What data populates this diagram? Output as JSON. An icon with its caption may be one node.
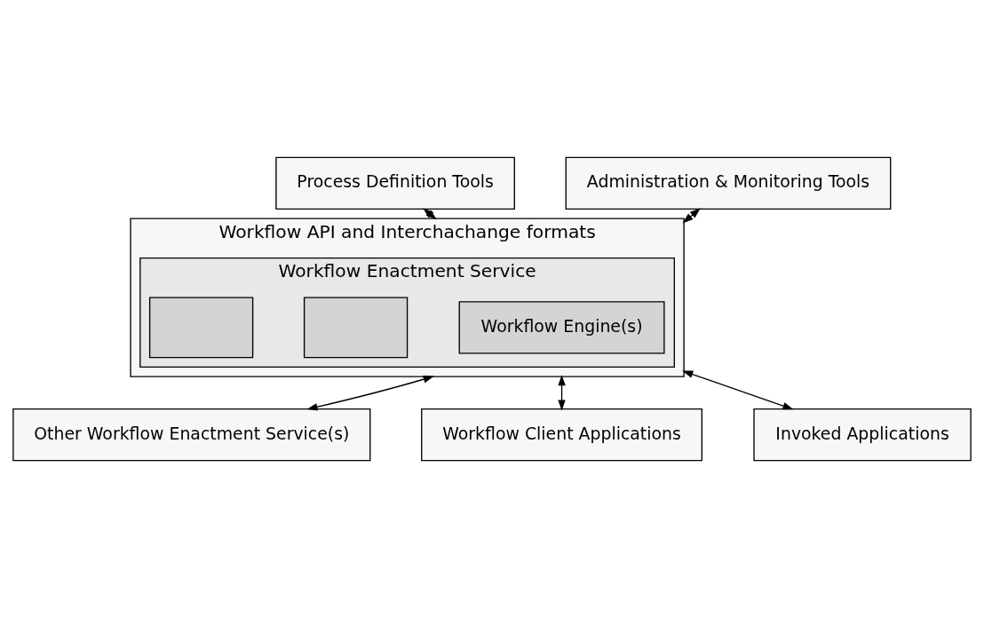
{
  "diagram": {
    "nodes": [
      {
        "text": [
          "Process Definition Tools"
        ]
      },
      {
        "text": [
          "Workflow API and Interchachange formats"
        ]
      },
      {
        "text": [
          "Workflow Enactment Service"
        ],
        "in": 1
      },
      {
        "text": [
          "Workflow Engine(s)"
        ],
        "in": 2
      },
      {
        "text": [],
        "shape": "box",
        "in": 2
      },
      {
        "text": [],
        "shape": "box",
        "in": 2
      },
      {
        "text": [
          "Administration & Monitoring Tools"
        ]
      },
      {
        "text": [
          "Other Workflow Enactment Service(s)"
        ]
      },
      {
        "text": [
          "Workflow Client Applications"
        ]
      },
      {
        "text": [
          "Invoked Applications"
        ]
      }
    ],
    "edges": [
      {
        "from": 0,
        "to": 1,
        "arrow": "both"
      },
      {
        "from": 6,
        "to": 1,
        "arrow": "both"
      },
      {
        "from": 1,
        "to": 7,
        "arrow": "both"
      },
      {
        "from": 1,
        "to": 8,
        "arrow": "both"
      },
      {
        "from": 1,
        "to": 9,
        "arrow": "both"
      }
    ]
  }
}
